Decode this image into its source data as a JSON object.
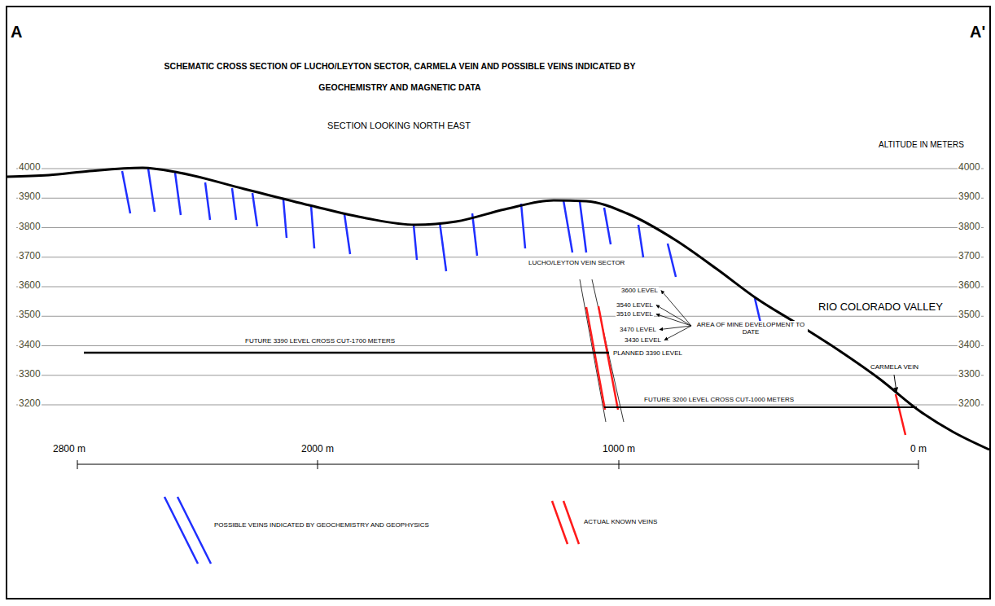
{
  "diagram": {
    "title": "SCHEMATIC CROSS SECTION OF LUCHO/LEYTON SECTOR, CARMELA VEIN AND POSSIBLE VEINS INDICATED BY GEOCHEMISTRY AND MAGNETIC DATA",
    "labels": [
      "A",
      "A'",
      "SECTION LOOKING NORTH EAST",
      "ALTITUDE IN METERS",
      "4000",
      "3900",
      "3800",
      "3700",
      "3600",
      "3500",
      "3400",
      "3300",
      "3200",
      "4000",
      "3900",
      "3800",
      "3700",
      "3600",
      "3500",
      "3400",
      "3300",
      "3200",
      "LUCHO/LEYTON VEIN SECTOR",
      "3600 LEVEL",
      "3540 LEVEL",
      "3510 LEVEL",
      "3470 LEVEL",
      "3430 LEVEL",
      "AREA OF MINE DEVELOPMENT TO DATE",
      "PLANNED 3390 LEVEL",
      "FUTURE 3390 LEVEL CROSS CUT-1700 METERS",
      "FUTURE 3200 LEVEL CROSS CUT-1000 METERS",
      "RIO COLORADO VALLEY",
      "CARMELA VEIN",
      "2800 m",
      "2000 m",
      "1000 m",
      "0 m"
    ],
    "legend": [
      {
        "text": "POSSIBLE VEINS INDICATED BY GEOCHEMISTRY AND GEOPHYSICS"
      },
      {
        "text": "ACTUAL KNOWN VEINS"
      }
    ]
  }
}
